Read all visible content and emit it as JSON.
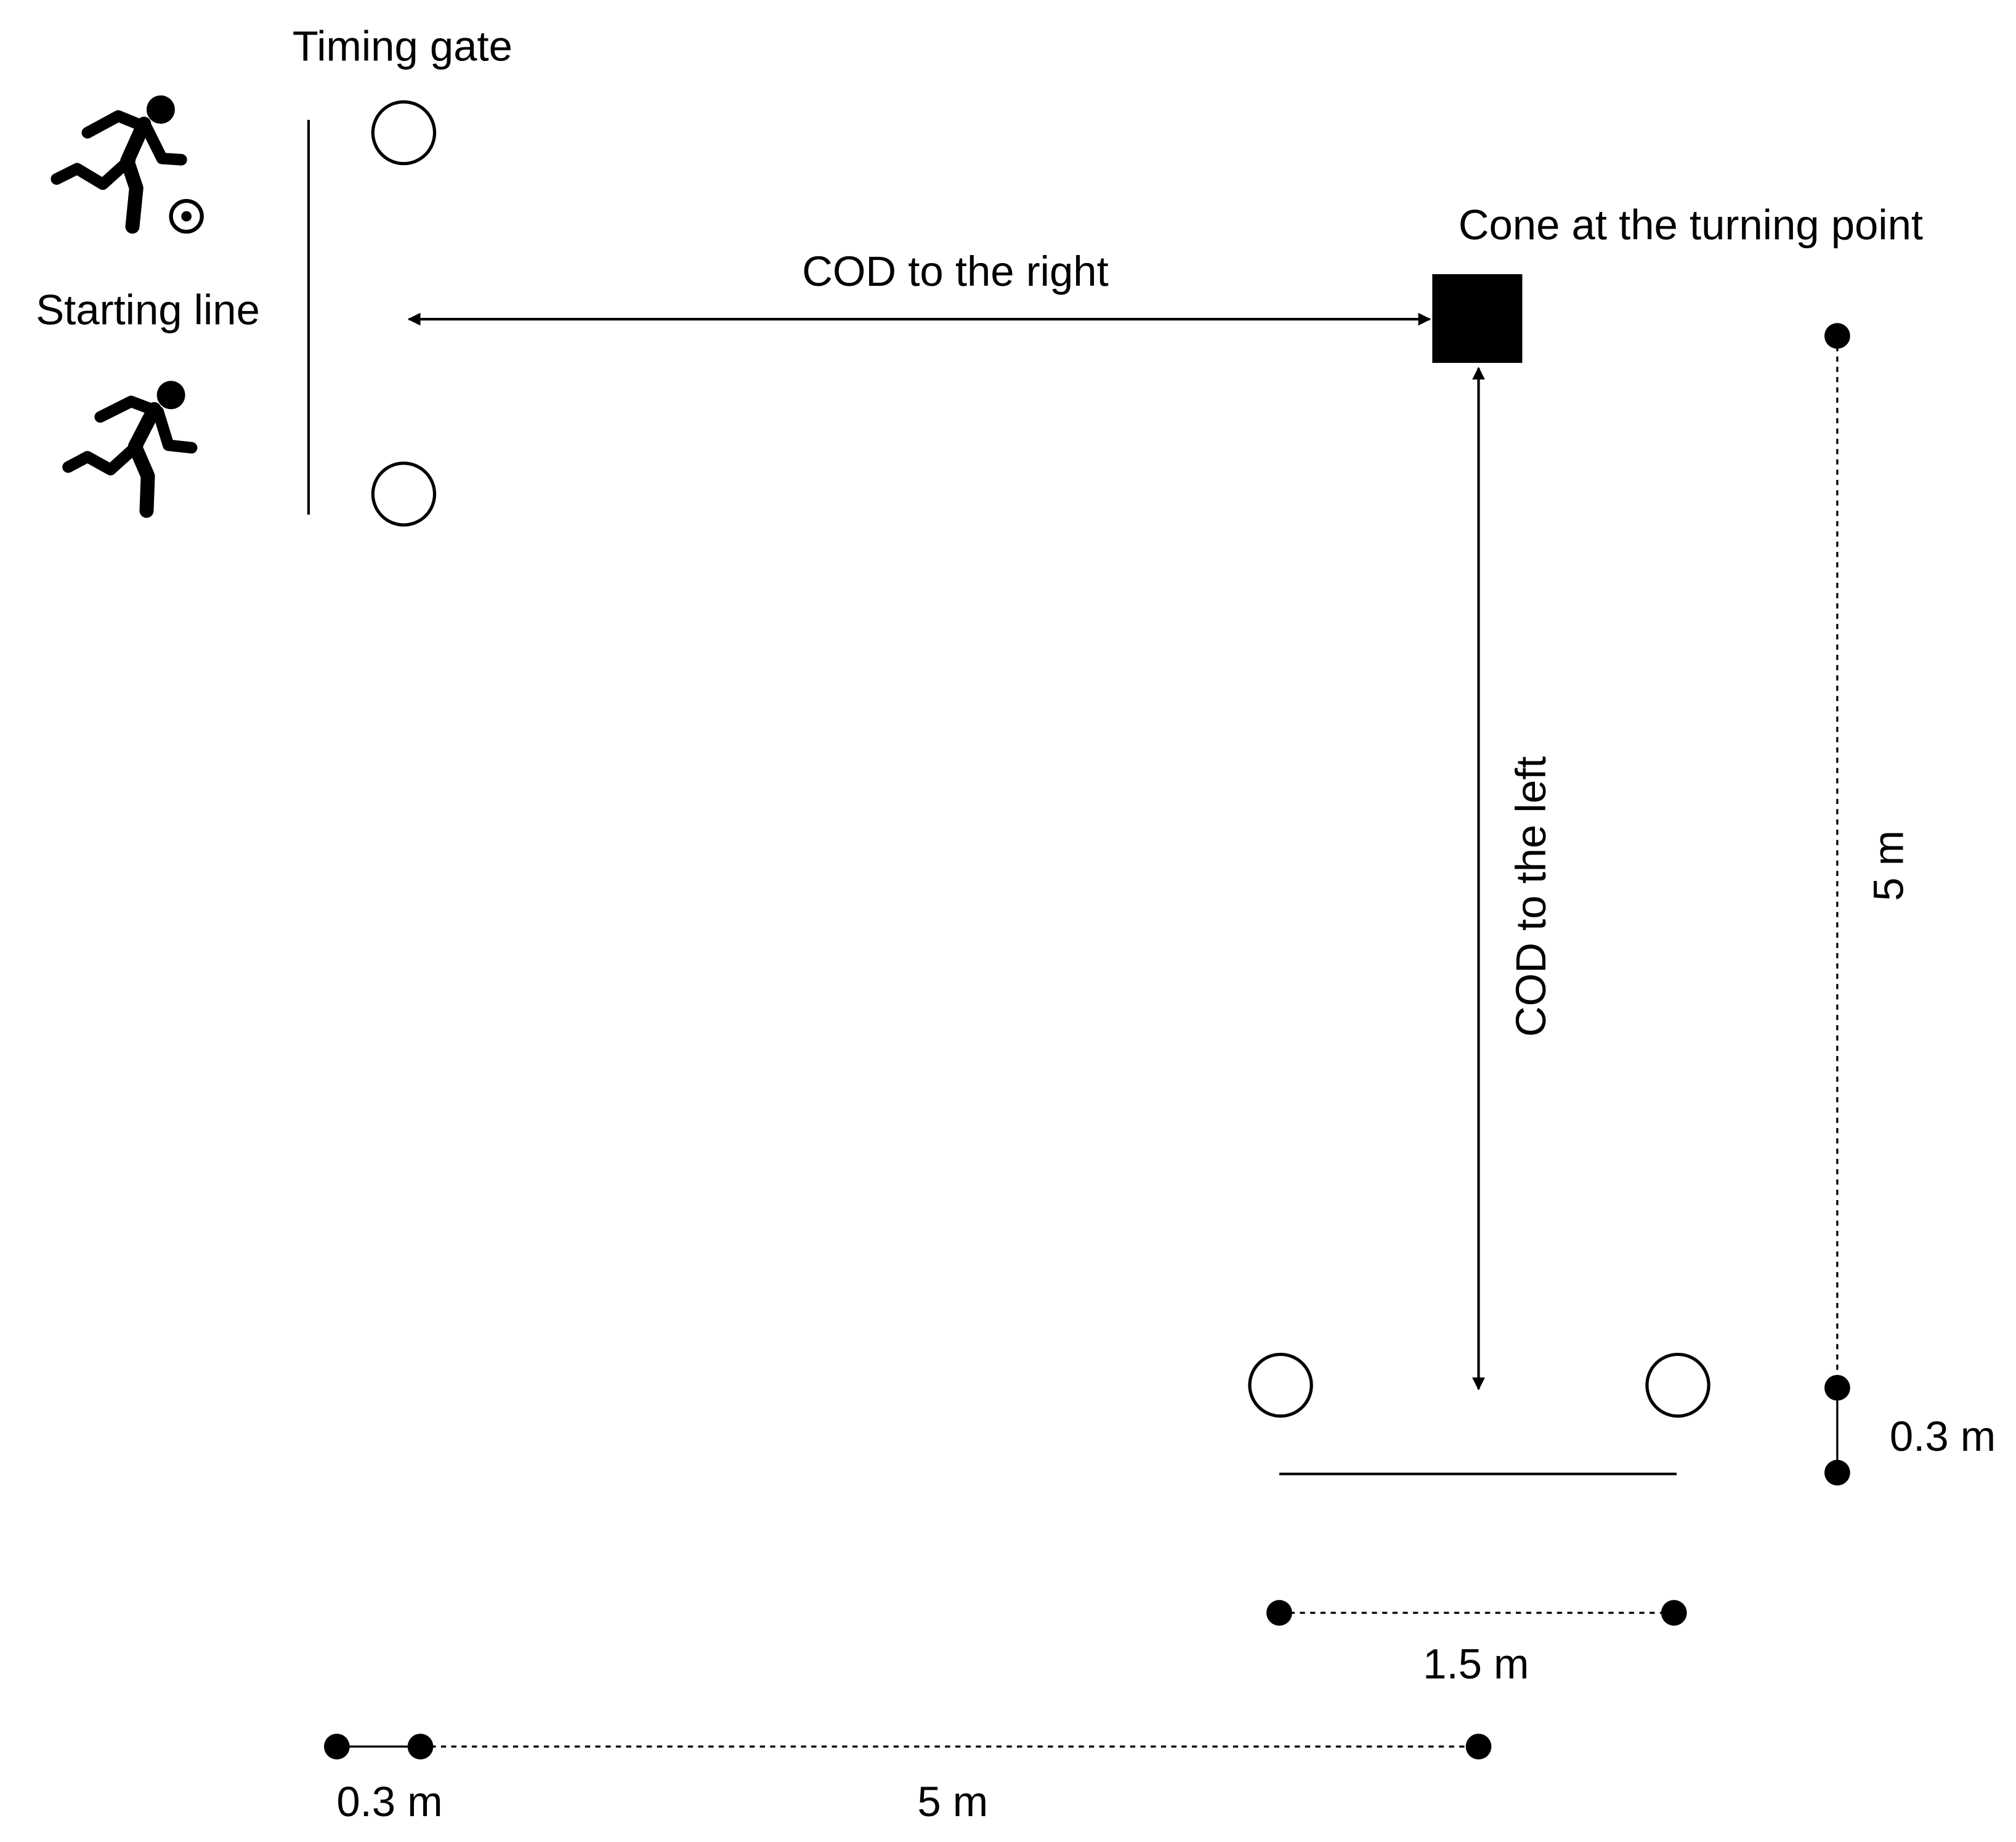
{
  "labels": {
    "timing_gate": "Timing gate",
    "starting_line": "Starting line",
    "cone_turning_point": "Cone at the turning point",
    "cod_right": "COD to the right",
    "cod_left": "COD to the left",
    "dim_vertical_5m": "5 m",
    "dim_vertical_03m": "0.3 m",
    "dim_bottom_15m": "1.5 m",
    "dim_bottom_03m": "0.3 m",
    "dim_bottom_5m": "5 m"
  },
  "icons": {
    "player_with_ball": "runner-with-soccer-ball-icon",
    "player_running": "runner-icon"
  },
  "colors": {
    "ink": "#000000",
    "background": "#ffffff"
  }
}
